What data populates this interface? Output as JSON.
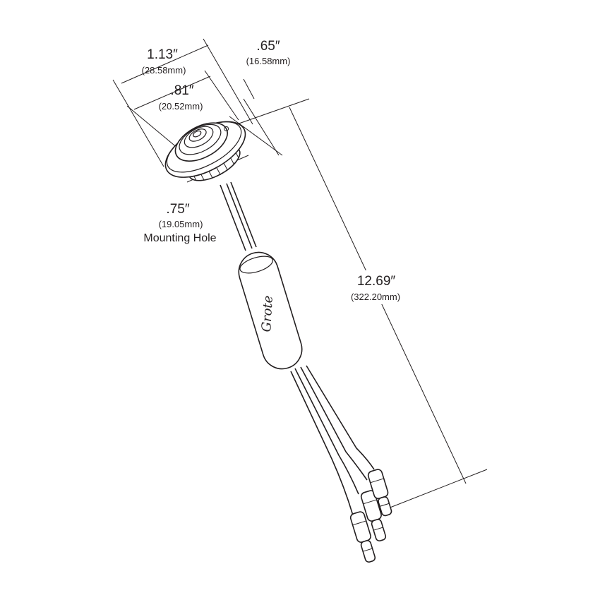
{
  "dimensions": {
    "flange_diameter": {
      "inches": "1.13″",
      "mm": "(28.58mm)"
    },
    "lens_diameter": {
      "inches": ".81″",
      "mm": "(20.52mm)"
    },
    "depth": {
      "inches": ".65″",
      "mm": "(16.58mm)"
    },
    "mounting_hole": {
      "inches": ".75″",
      "mm": "(19.05mm)",
      "label": "Mounting Hole"
    },
    "overall_length": {
      "inches": "12.69″",
      "mm": "(322.20mm)"
    }
  },
  "logo_text": "Grote"
}
